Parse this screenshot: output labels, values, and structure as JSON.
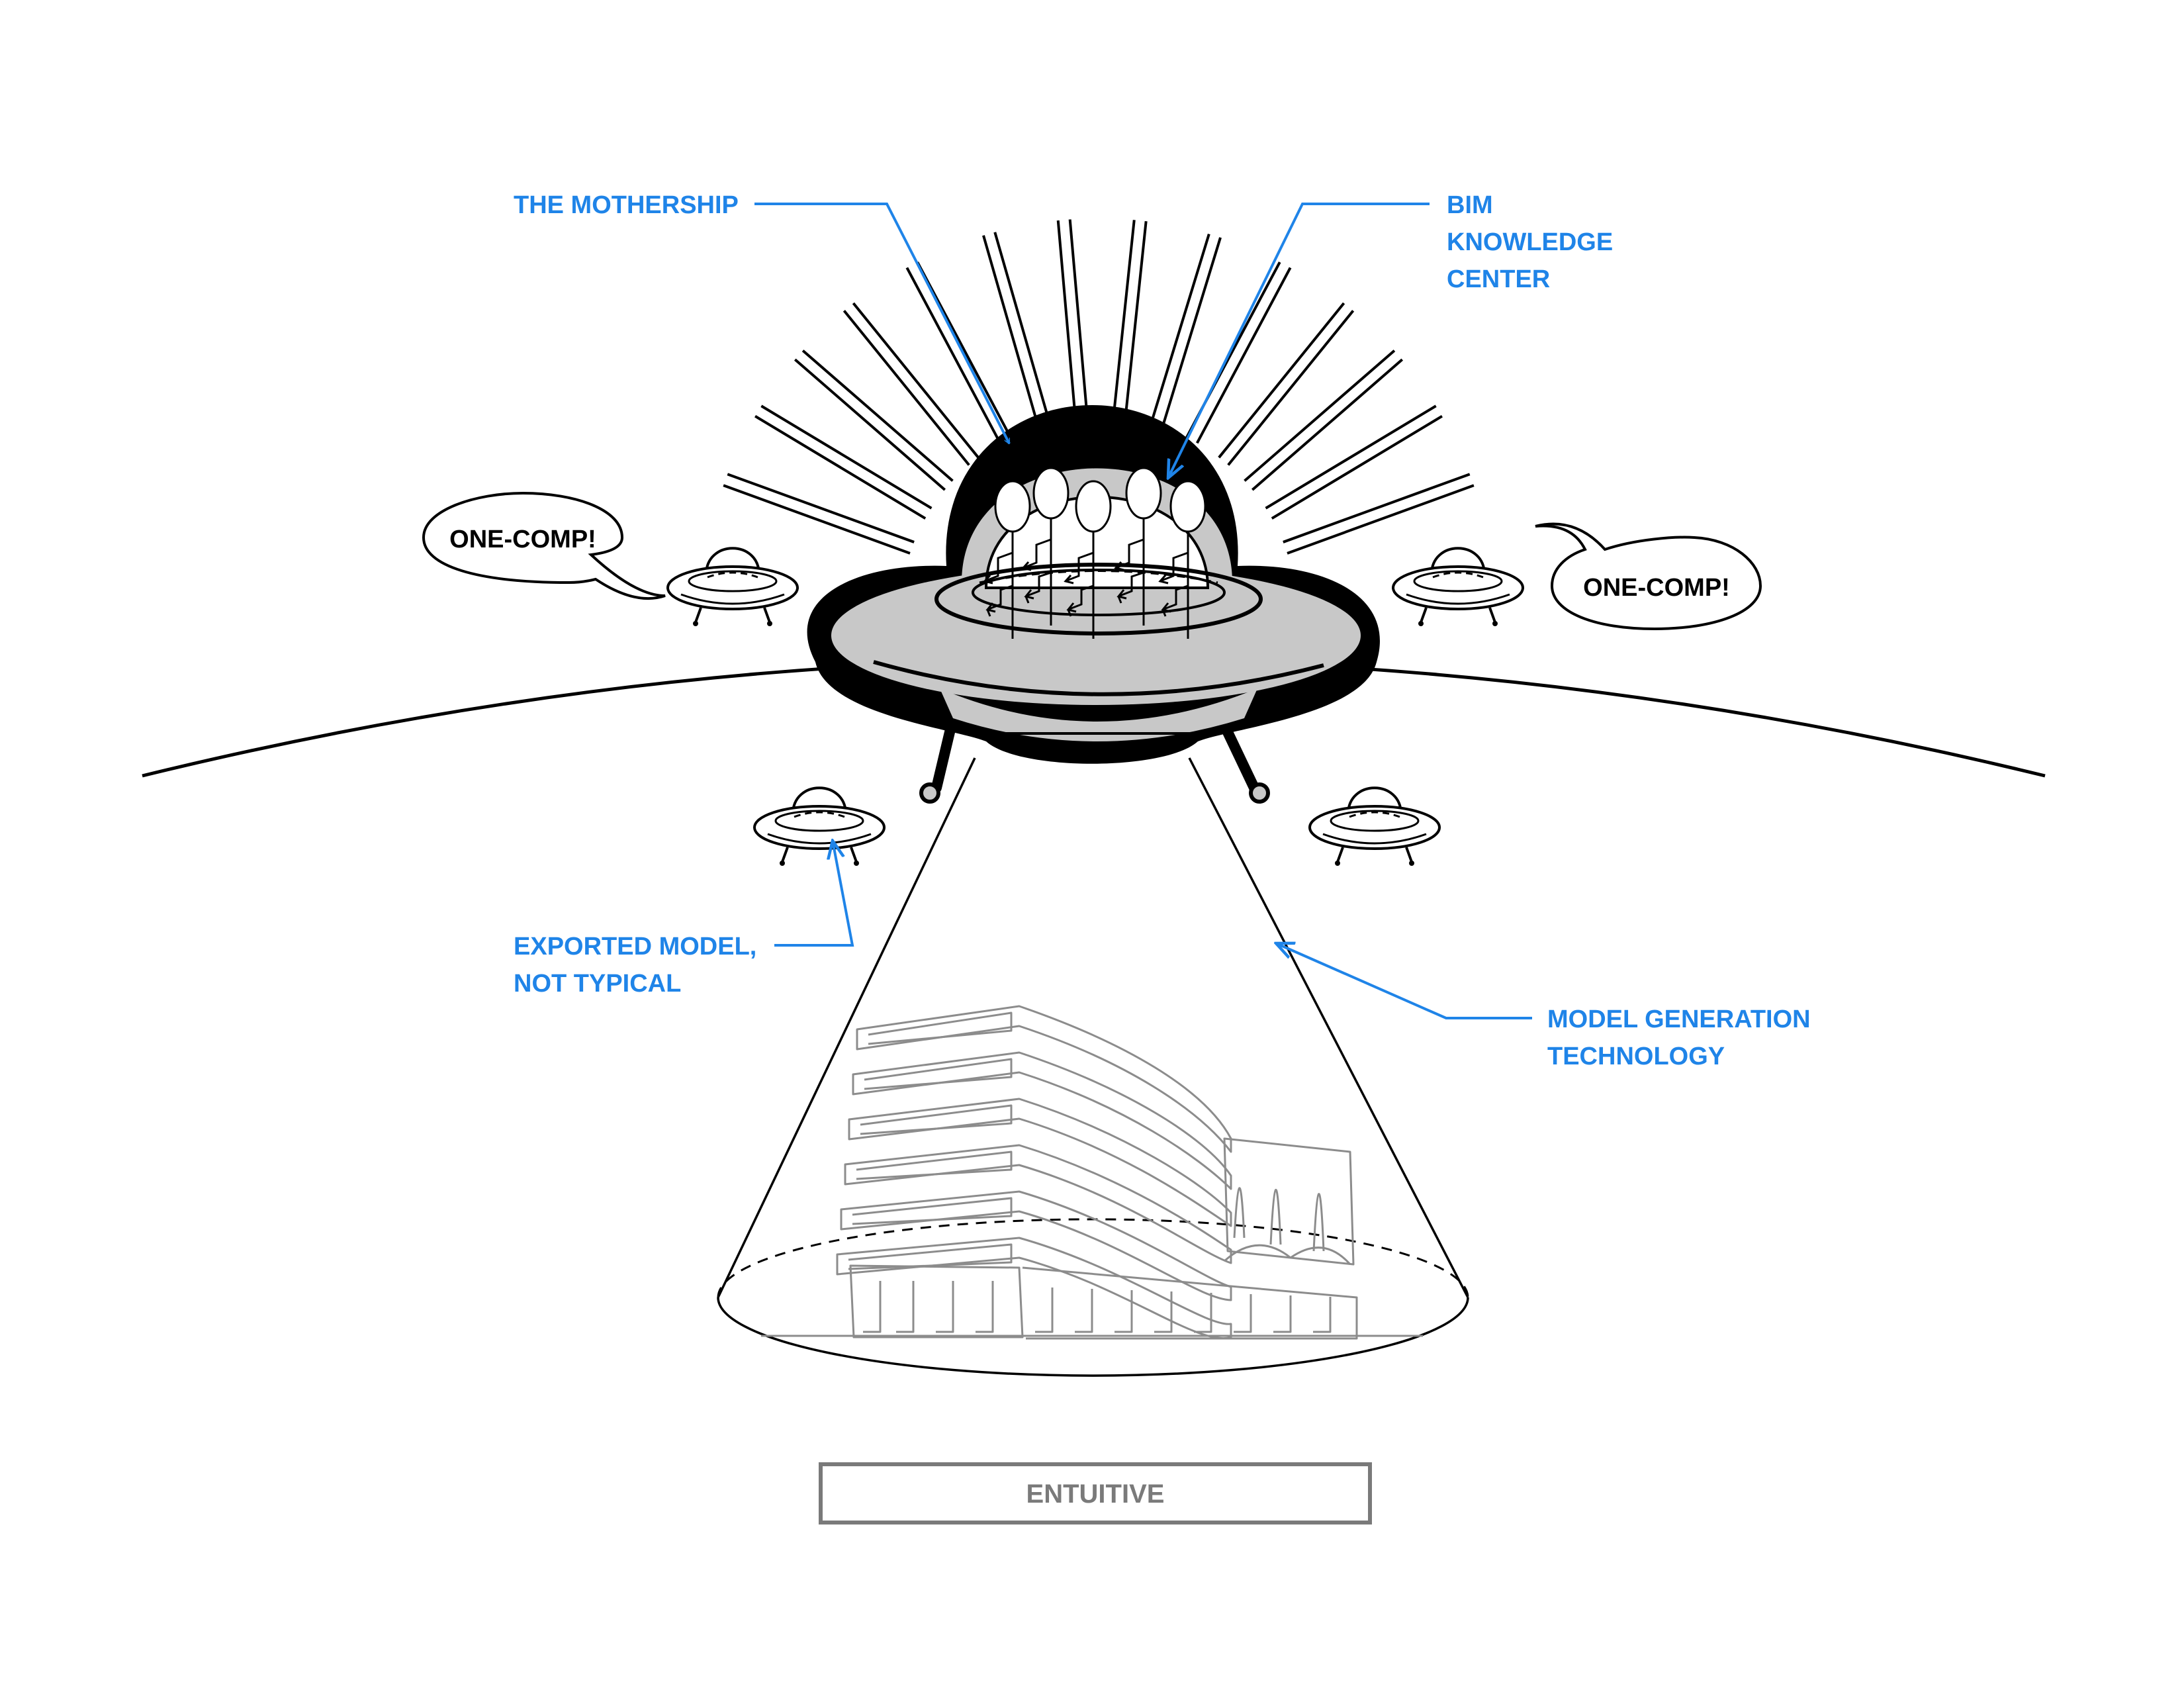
{
  "labels": {
    "mothership": "THE MOTHERSHIP",
    "bim": [
      "BIM",
      "KNOWLEDGE",
      "CENTER"
    ],
    "exported": [
      "EXPORTED MODEL,",
      "NOT TYPICAL"
    ],
    "generation": [
      "MODEL GENERATION",
      "TECHNOLOGY"
    ]
  },
  "bubbles": {
    "left": "ONE-COMP!",
    "right": "ONE-COMP!"
  },
  "brand": "ENTUITIVE",
  "colors": {
    "callout": "#1f84e8",
    "hull": "#c8c8c8",
    "ink": "#000000",
    "building": "#8c8c8c",
    "brand_border": "#7a7a7a"
  },
  "icons": [
    "mothership-ufo-icon",
    "small-ufo-icon",
    "speech-bubble-icon",
    "stick-figure-icon",
    "building-sketch-icon"
  ]
}
